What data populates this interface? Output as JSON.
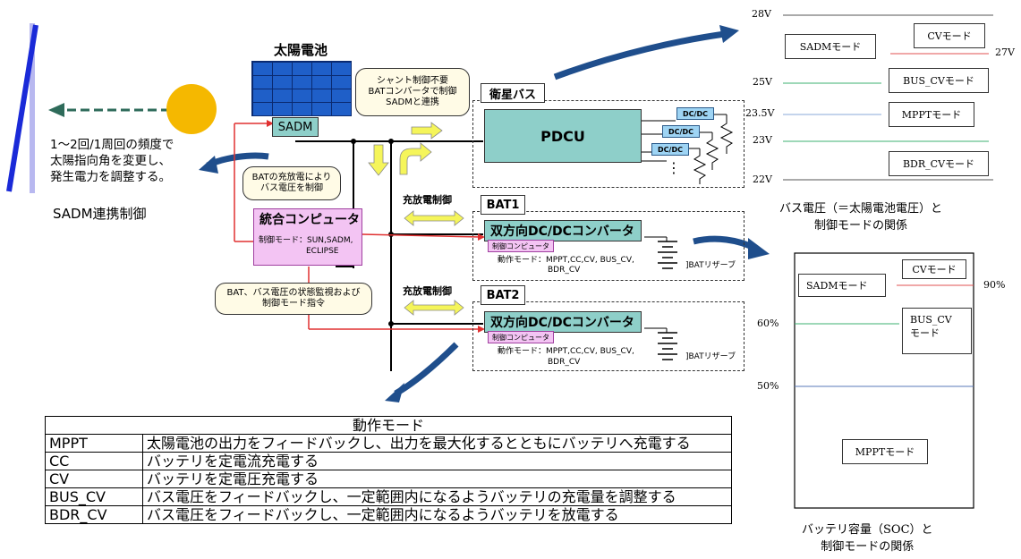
{
  "left": {
    "solar_panel_label": "太陽電池",
    "sadm_label": "SADM",
    "sadm_desc_lines": [
      "1〜2回/1周回の頻度で",
      "太陽指向角を変更し、",
      "発生電力を調整する。"
    ],
    "sadm_control_label": "SADM連携制御"
  },
  "callouts": {
    "top_lines": [
      "シャント制御不要",
      "BATコンバータで制御",
      "SADMと連携"
    ],
    "bat_lines": [
      "BATの充放電により",
      "バス電圧を制御"
    ],
    "status_lines": [
      "BAT、バス電圧の状態監視および",
      "制御モード指令"
    ]
  },
  "computer": {
    "title": "統合コンピュータ",
    "mode_line1": "制御モード：SUN,SADM,",
    "mode_line2": "ECLIPSE"
  },
  "bus": {
    "title": "衛星バス",
    "pdcu": "PDCU",
    "dcdc_labels": [
      "DC/DC",
      "DC/DC",
      "DC/DC"
    ],
    "dots": "⋮"
  },
  "bat1": {
    "title": "BAT1",
    "charge_label": "充放電制御",
    "converter": "双方向DC/DCコンバータ",
    "control_tag": "制御コンピュータ",
    "op_line1": "動作モード：MPPT,CC,CV, BUS_CV,",
    "op_line2": "BDR_CV",
    "reserve": "]BATリザーブ"
  },
  "bat2": {
    "title": "BAT2",
    "charge_label": "充放電制御",
    "converter": "双方向DC/DCコンバータ",
    "control_tag": "制御コンピュータ",
    "op_line1": "動作モード：MPPT,CC,CV, BUS_CV,",
    "op_line2": "BDR_CV",
    "reserve": "]BATリザーブ"
  },
  "voltage_chart": {
    "levels": [
      "28V",
      "27V",
      "25V",
      "23.5V",
      "23V",
      "22V"
    ],
    "modes": [
      "SADMモード",
      "CVモード",
      "BUS_CVモード",
      "MPPTモード",
      "BDR_CVモード"
    ],
    "caption_lines": [
      "バス電圧（＝太陽電池電圧）と",
      "制御モードの関係"
    ],
    "colors": {
      "cv": "#e05050",
      "bus_cv": "#3cb070",
      "mppt": "#8aa8d8",
      "bdr_cv": "#3cb070",
      "frame": "#555555"
    }
  },
  "soc_chart": {
    "levels": [
      "90%",
      "60%",
      "50%"
    ],
    "modes": [
      "CVモード",
      "SADMモード",
      "BUS_CV",
      "モード",
      "MPPTモード"
    ],
    "caption_lines": [
      "バッテリ容量（SOC）と",
      "制御モードの関係"
    ],
    "colors": {
      "cv": "#e05050",
      "bus_cv": "#3cb070",
      "mppt": "#5a7ab8"
    }
  },
  "mode_table": {
    "title": "動作モード",
    "rows": [
      {
        "mode": "MPPT",
        "desc": "太陽電池の出力をフィードバックし、出力を最大化するとともにバッテリへ充電する"
      },
      {
        "mode": "CC",
        "desc": "バッテリを定電流充電する"
      },
      {
        "mode": "CV",
        "desc": "バッテリを定電圧充電する"
      },
      {
        "mode": "BUS_CV",
        "desc": "バス電圧をフィードバックし、一定範囲内になるようバッテリの充電量を調整する"
      },
      {
        "mode": "BDR_CV",
        "desc": "バス電圧をフィードバックし、一定範囲内になるようバッテリを放電する"
      }
    ]
  },
  "colors": {
    "panel": "#1f5fc8",
    "sun": "#f5b800",
    "arrow_blue": "#1f4e8c",
    "arrow_yellow": "#f5f55a",
    "teal": "#8ecfc9",
    "pink": "#f3c4f3",
    "red_line": "#e03030"
  }
}
